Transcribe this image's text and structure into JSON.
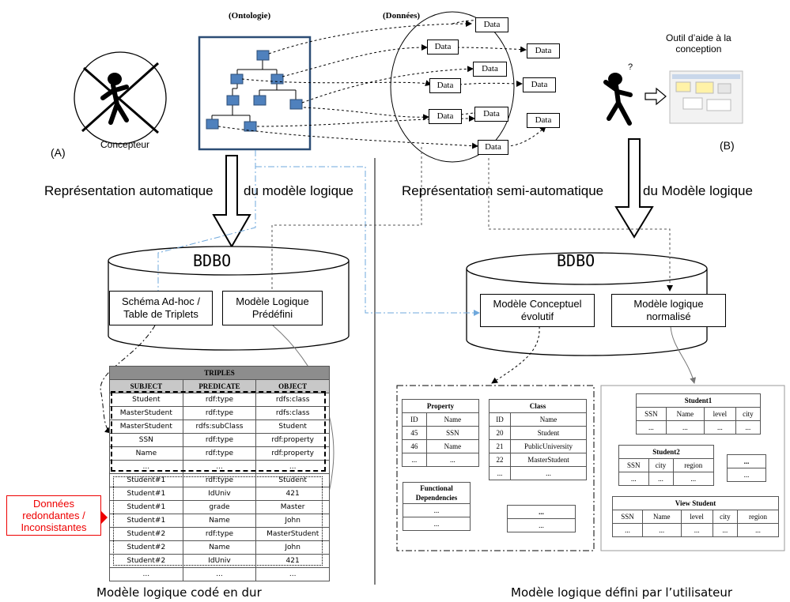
{
  "labels": {
    "ontologie": "(Ontologie)",
    "donnees": "(Données)",
    "concepteur": "Concepteur",
    "outil": "Outil d’aide à la conception",
    "outil_line1": "Outil d’aide à la",
    "outil_line2": "conception",
    "marker_a": "(A)",
    "marker_b": "(B)",
    "rep_auto_1": "Représentation automatique",
    "rep_auto_2": "du modèle logique",
    "rep_semi_1": "Représentation semi-automatique",
    "rep_semi_2": "du Modèle logique",
    "bdbo_left": "BDBO",
    "bdbo_right": "BDBO",
    "schema_1": "Schéma Ad-hoc /",
    "schema_2": "Table de Triplets",
    "modele_predef_1": "Modèle Logique",
    "modele_predef_2": "Prédéfini",
    "modele_concept_1": "Modèle Conceptuel",
    "modele_concept_2": "évolutif",
    "modele_norm_1": "Modèle logique",
    "modele_norm_2": "normalisé",
    "redondantes_1": "Données",
    "redondantes_2": "redondantes /",
    "redondantes_3": "Inconsistantes",
    "footer_left": "Modèle logique codé en dur",
    "footer_right": "Modèle logique défini par l’utilisateur"
  },
  "data_nodes": [
    "Data",
    "Data",
    "Data",
    "Data",
    "Data",
    "Data",
    "Data",
    "Data",
    "Data",
    "Data"
  ],
  "triples": {
    "title": "TRIPLES",
    "headers": [
      "SUBJECT",
      "PREDICATE",
      "OBJECT"
    ],
    "rows": [
      [
        "Student",
        "rdf:type",
        "rdfs:class"
      ],
      [
        "MasterStudent",
        "rdf:type",
        "rdfs:class"
      ],
      [
        "MasterStudent",
        "rdfs:subClass",
        "Student"
      ],
      [
        "SSN",
        "rdf:type",
        "rdf:property"
      ],
      [
        "Name",
        "rdf:type",
        "rdf:property"
      ],
      [
        "...",
        "...",
        "..."
      ],
      [
        "Student#1",
        "rdf:type",
        "Student"
      ],
      [
        "Student#1",
        "IdUniv",
        "421"
      ],
      [
        "Student#1",
        "grade",
        "Master"
      ],
      [
        "Student#1",
        "Name",
        "John"
      ],
      [
        "Student#2",
        "rdf:type",
        "MasterStudent"
      ],
      [
        "Student#2",
        "Name",
        "John"
      ],
      [
        "Student#2",
        "IdUniv",
        "421"
      ],
      [
        "...",
        "...",
        "..."
      ]
    ]
  },
  "property_table": {
    "title": "Property",
    "headers": [
      "ID",
      "Name"
    ],
    "rows": [
      [
        "45",
        "SSN"
      ],
      [
        "46",
        "Name"
      ],
      [
        "...",
        "..."
      ]
    ]
  },
  "class_table": {
    "title": "Class",
    "headers": [
      "ID",
      "Name"
    ],
    "rows": [
      [
        "20",
        "Student"
      ],
      [
        "21",
        "PublicUniversity"
      ],
      [
        "22",
        "MasterStudent"
      ],
      [
        "...",
        "..."
      ]
    ]
  },
  "fd_table": {
    "title_1": "Functional",
    "title_2": "Dependencies",
    "rows": [
      "...",
      "..."
    ]
  },
  "ellipsis_table_left": {
    "title": "...",
    "rows": [
      "..."
    ]
  },
  "student1": {
    "title": "Student1",
    "headers": [
      "SSN",
      "Name",
      "level",
      "city"
    ],
    "rows": [
      [
        "...",
        "...",
        "...",
        "..."
      ]
    ]
  },
  "student2": {
    "title": "Student2",
    "headers": [
      "SSN",
      "city",
      "region"
    ],
    "rows": [
      [
        "...",
        "...",
        "..."
      ]
    ]
  },
  "ellipsis_table_right": {
    "title": "...",
    "rows": [
      "..."
    ]
  },
  "view_student": {
    "title": "View Student",
    "headers": [
      "SSN",
      "Name",
      "level",
      "city",
      "region"
    ],
    "rows": [
      [
        "...",
        "...",
        "...",
        "...",
        "..."
      ]
    ]
  },
  "colors": {
    "node_fill": "#4f81bd",
    "node_border": "#2c4d75",
    "frame_border": "#2c4d75",
    "red": "#e00000",
    "triples_header": "#8d8d8d"
  }
}
